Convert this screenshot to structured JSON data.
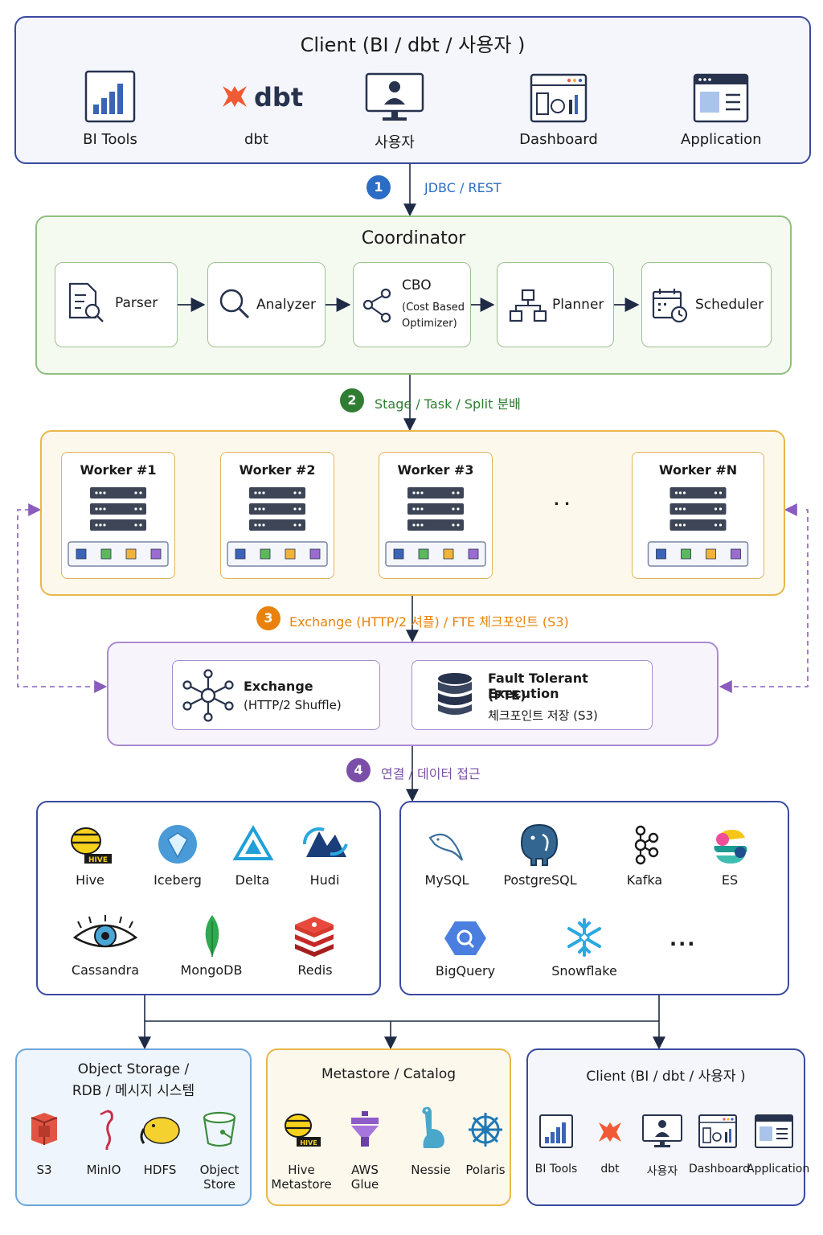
{
  "client_top": {
    "title": "Client (BI / dbt / 사용자 )",
    "items": [
      {
        "label": "BI Tools",
        "icon": "bar-chart-icon"
      },
      {
        "label": "dbt",
        "icon": "dbt-logo-icon"
      },
      {
        "label": "사용자",
        "icon": "user-monitor-icon"
      },
      {
        "label": "Dashboard",
        "icon": "dashboard-icon"
      },
      {
        "label": "Application",
        "icon": "application-window-icon"
      }
    ]
  },
  "steps": [
    {
      "num": "1",
      "label": "JDBC / REST",
      "color": "#2b6cc4"
    },
    {
      "num": "2",
      "label": "Stage / Task / Split 분배",
      "color": "#2f7d32"
    },
    {
      "num": "3",
      "label": "Exchange (HTTP/2 셔플) / FTE 체크포인트 (S3)",
      "color": "#e8820c"
    },
    {
      "num": "4",
      "label": "연결 / 데이터 접근",
      "color": "#7b4fa8"
    }
  ],
  "coordinator": {
    "title": "Coordinator",
    "components": [
      {
        "label": "Parser",
        "icon": "document-search-icon"
      },
      {
        "label": "Analyzer",
        "icon": "magnifier-icon"
      },
      {
        "label": "CBO",
        "sub1": "(Cost Based",
        "sub2": "Optimizer)",
        "icon": "share-nodes-icon"
      },
      {
        "label": "Planner",
        "icon": "hierarchy-icon"
      },
      {
        "label": "Scheduler",
        "icon": "calendar-clock-icon"
      }
    ]
  },
  "workers": [
    "Worker #1",
    "Worker #2",
    "Worker #3",
    "Worker #N"
  ],
  "worker_ellipsis": ". .",
  "exchange": {
    "title": "Exchange",
    "subtitle": "(HTTP/2 Shuffle)"
  },
  "fte": {
    "title": "Fault Tolerant Execution",
    "subtitle": "(FTE)",
    "desc": "체크포인트 저장 (S3)"
  },
  "sources_left": [
    "Hive",
    "Iceberg",
    "Delta",
    "Hudi",
    "Cassandra",
    "MongoDB",
    "Redis"
  ],
  "sources_right": [
    "MySQL",
    "PostgreSQL",
    "Kafka",
    "ES",
    "BigQuery",
    "Snowflake"
  ],
  "sources_right_more": "...",
  "storage": {
    "title1": "Object Storage /",
    "title2": "RDB / 메시지 시스템",
    "items": [
      {
        "l1": "S3",
        "l2": ""
      },
      {
        "l1": "MinIO",
        "l2": ""
      },
      {
        "l1": "HDFS",
        "l2": ""
      },
      {
        "l1": "Object",
        "l2": "Store"
      }
    ]
  },
  "metastore": {
    "title": "Metastore / Catalog",
    "items": [
      {
        "l1": "Hive",
        "l2": "Metastore"
      },
      {
        "l1": "AWS",
        "l2": "Glue"
      },
      {
        "l1": "Nessie",
        "l2": ""
      },
      {
        "l1": "Polaris",
        "l2": ""
      }
    ]
  },
  "client_bottom": {
    "title": "Client (BI / dbt / 사용자 )",
    "items": [
      "BI Tools",
      "dbt",
      "사용자",
      "Dashboard",
      "Application"
    ]
  },
  "colors": {
    "client": "#3a4a9f",
    "coordinator": "#8fbf7f",
    "workers": "#e8b84a",
    "exchange": "#a88bd0",
    "storage": "#6ea6d9",
    "metastore": "#e8b84a"
  }
}
